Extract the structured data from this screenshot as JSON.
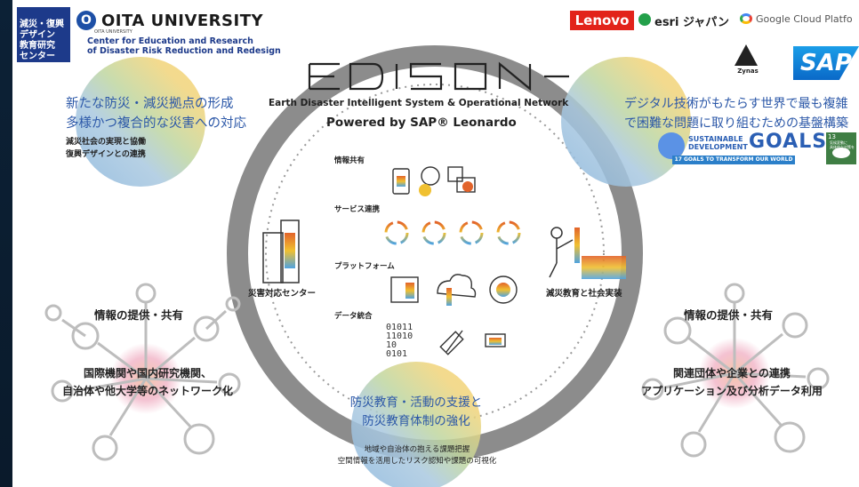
{
  "header": {
    "center_logo_lines": "減災・復興\nデザイン\n教育研究\nセンター",
    "center_logo_small": "OITA UNIVERSITY",
    "university_name": "OITA UNIVERSITY",
    "university_small": "OITA UNIVERSITY",
    "university_desc": "Center for Education and Research\nof Disaster Risk Reduction and Redesign"
  },
  "partners": {
    "lenovo": "Lenovo",
    "esri": "esri ジャパン",
    "google": "Google Cloud Platfo",
    "zynas": "Zynas",
    "sap": "SAP"
  },
  "sdg": {
    "text": "SUSTAINABLE\nDEVELOPMENT",
    "goals": "GOALS",
    "bar": "17 GOALS TO TRANSFORM OUR WORLD",
    "tile_number": "13",
    "tile_small": "気候変動に\n具体的な対策を"
  },
  "edison": {
    "subtitle": "Earth Disaster Intelligent System & Operational Network",
    "powered": "Powered by SAP® Leonardo"
  },
  "top_left": {
    "line1": "新たな防災・減災拠点の形成",
    "line2": "多様かつ複合的な災害への対応",
    "small": "減災社会の実現と協働\n復興デザインとの連携"
  },
  "top_right": {
    "line1": "デジタル技術がもたらす世界で最も複雑",
    "line2": "で困難な問題に取り組むための基盤構築"
  },
  "layers": {
    "info": "情報共有",
    "service": "サービス連携",
    "platform": "プラットフォーム",
    "data": "データ統合",
    "binary": "01011\n11010\n10\n0101"
  },
  "side": {
    "left": "災害対応センター",
    "right": "減災教育と社会実装"
  },
  "left_network": {
    "title": "情報の提供・共有",
    "text": "国際機関や国内研究機関、\n自治体や他大学等のネットワーク化"
  },
  "right_network": {
    "title": "情報の提供・共有",
    "text": "関連団体や企業との連携\nアプリケーション及び分析データ利用"
  },
  "bottom": {
    "blue": "防災教育・活動の支援と\n防災教育体制の強化",
    "small": "地域や自治体の抱える課題把握\n空間情報を活用したリスク認知や課題の可視化"
  },
  "colors": {
    "accent_blue": "#2c58a8",
    "ring": "#888888",
    "bubble_yellow": "#f1d47a",
    "bubble_blue": "#8ab6dc",
    "bubble_green": "#bfd6a0",
    "bubble_pink": "#f1b3c6"
  }
}
